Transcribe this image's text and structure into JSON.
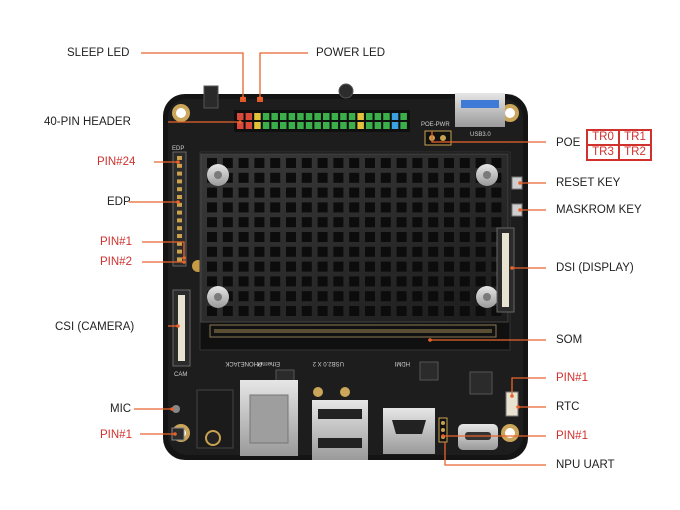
{
  "labels": {
    "sleep_led": "SLEEP LED",
    "power_led": "POWER LED",
    "header_40pin": "40-PIN HEADER",
    "pin24": "PIN#24",
    "edp": "EDP",
    "pin1_left": "PIN#1",
    "pin2_left": "PIN#2",
    "csi": "CSI (CAMERA)",
    "mic": "MIC",
    "pin1_mic": "PIN#1",
    "poe": "POE",
    "reset_key": "RESET KEY",
    "maskrom_key": "MASKROM KEY",
    "dsi": "DSI (DISPLAY)",
    "som": "SOM",
    "pin1_rtc": "PIN#1",
    "rtc": "RTC",
    "pin1_uart": "PIN#1",
    "npu_uart": "NPU UART"
  },
  "poe_pins": [
    "TR0",
    "TR1",
    "TR3",
    "TR2"
  ],
  "silkscreen": {
    "ethernet": "Ethernet",
    "usb2": "USB2.0 X 2",
    "hdmi": "HDMI",
    "phonejack": "PHONEJACK",
    "edp": "EDP",
    "poe_pwr": "POE-PWR",
    "usb3": "USB3.0",
    "cam": "CAM"
  },
  "colors": {
    "label_red": "#d0312d",
    "leader_orange": "#e8642c",
    "pcb": "#161616",
    "heatsink": "#252525"
  }
}
